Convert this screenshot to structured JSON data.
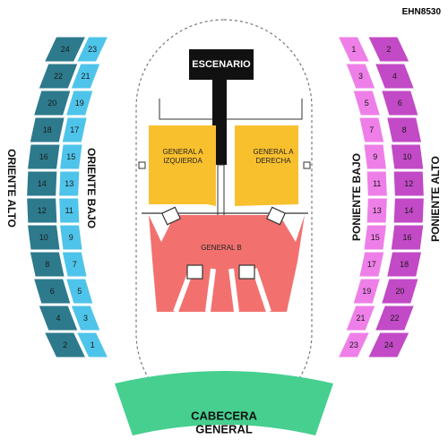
{
  "event_code": "EHN8530",
  "colors": {
    "oriente_alto": "#2d7a8c",
    "oriente_bajo": "#4fc4ea",
    "poniente_bajo": "#ef7fe8",
    "poniente_alto": "#c24ac6",
    "general_a": "#f9c02e",
    "general_b": "#f2716f",
    "cabecera": "#46cf8f",
    "stage": "#111111"
  },
  "stage": {
    "label": "ESCENARIO"
  },
  "zones": {
    "general_a_izquierda": {
      "line1": "GENERAL A",
      "line2": "IZQUIERDA"
    },
    "general_a_derecha": {
      "line1": "GENERAL A",
      "line2": "DERECHA"
    },
    "general_b": {
      "label": "GENERAL B"
    },
    "cabecera": {
      "line1": "CABECERA",
      "line2": "GENERAL"
    }
  },
  "side_labels": {
    "oriente_alto": "ORIENTE ALTO",
    "oriente_bajo": "ORIENTE BAJO",
    "poniente_bajo": "PONIENTE BAJO",
    "poniente_alto": "PONIENTE ALTO"
  },
  "sections": {
    "oriente_alto": [
      "24",
      "22",
      "20",
      "18",
      "16",
      "14",
      "12",
      "10",
      "8",
      "6",
      "4",
      "2"
    ],
    "oriente_bajo": [
      "23",
      "21",
      "19",
      "17",
      "15",
      "13",
      "11",
      "9",
      "7",
      "5",
      "3",
      "1"
    ],
    "poniente_bajo": [
      "1",
      "3",
      "5",
      "7",
      "9",
      "11",
      "13",
      "15",
      "17",
      "19",
      "21",
      "23"
    ],
    "poniente_alto": [
      "2",
      "4",
      "6",
      "8",
      "10",
      "12",
      "14",
      "16",
      "18",
      "20",
      "22",
      "24"
    ]
  }
}
